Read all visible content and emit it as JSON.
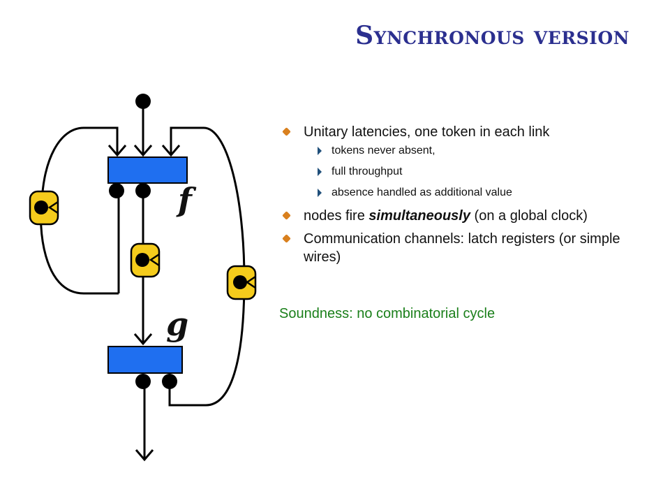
{
  "title": "Synchronous version",
  "diagram": {
    "node_f_label": "f",
    "node_g_label": "g",
    "node_color": "#1f6ff0",
    "register_color": "#f5cc1c",
    "token_color": "#000000"
  },
  "bullets": {
    "item1": "Unitary latencies, one token in each link",
    "item1_sub": [
      "tokens never absent,",
      "full throughput",
      "absence handled as additional value"
    ],
    "item2_pre": "nodes fire ",
    "item2_em": "simultaneously",
    "item2_post": " (on a global clock)",
    "item3": "Communication channels: latch registers (or simple wires)"
  },
  "soundness": "Soundness: no combinatorial cycle"
}
